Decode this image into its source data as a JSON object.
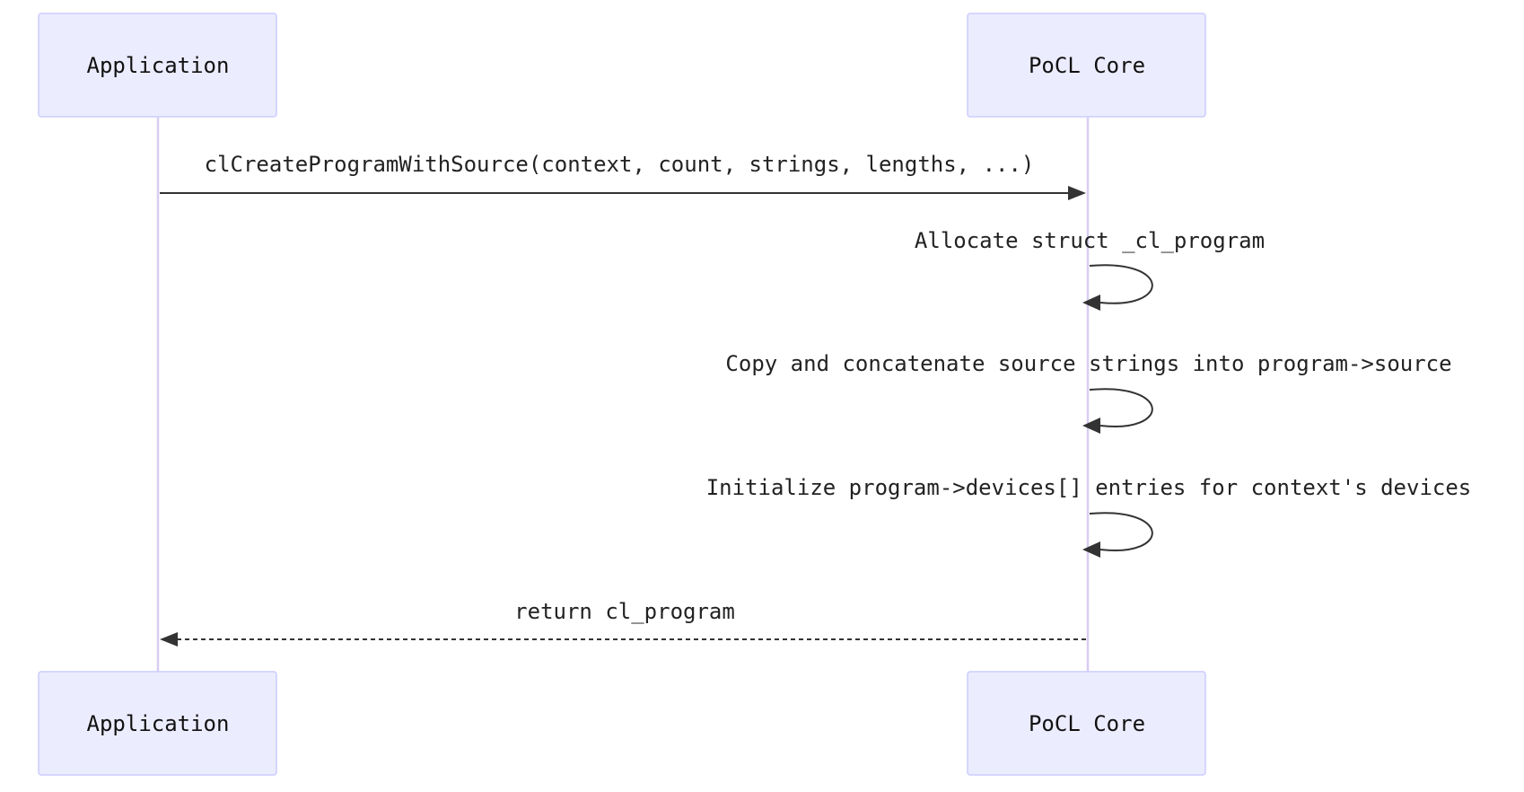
{
  "participants": [
    {
      "id": "app",
      "label": "Application"
    },
    {
      "id": "core",
      "label": "PoCL Core"
    }
  ],
  "messages": [
    {
      "from": "app",
      "to": "core",
      "style": "solid",
      "label": "clCreateProgramWithSource(context, count, strings, lengths, ...)"
    },
    {
      "from": "core",
      "to": "core",
      "style": "solid",
      "label": "Allocate struct _cl_program"
    },
    {
      "from": "core",
      "to": "core",
      "style": "solid",
      "label": "Copy and concatenate source strings into program->source"
    },
    {
      "from": "core",
      "to": "core",
      "style": "solid",
      "label": "Initialize program->devices[] entries for context's devices"
    },
    {
      "from": "core",
      "to": "app",
      "style": "dashed",
      "label": "return cl_program"
    }
  ],
  "colors": {
    "actor_fill": "#ececff",
    "actor_stroke": "#ccccff",
    "lifeline": "#d9ccf2",
    "arrow": "#333333"
  }
}
